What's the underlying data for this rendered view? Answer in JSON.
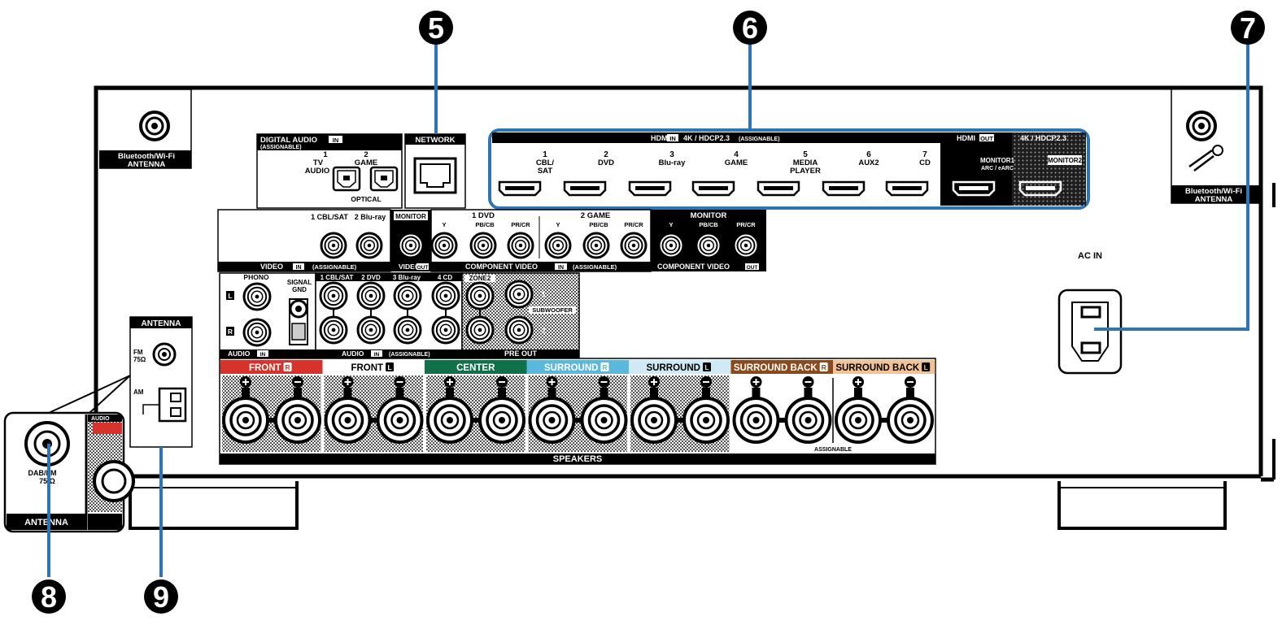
{
  "callouts": [
    "5",
    "6",
    "7",
    "8",
    "9"
  ],
  "bt_antenna": {
    "line1": "Bluetooth/Wi-Fi",
    "line2": "ANTENNA"
  },
  "digital_audio": {
    "title": "DIGITAL AUDIO",
    "in_tag": "IN",
    "sub": "(ASSIGNABLE)",
    "ports": [
      {
        "num": "1",
        "l1": "TV",
        "l2": "AUDIO"
      },
      {
        "num": "2",
        "l1": "GAME",
        "l2": ""
      }
    ],
    "optical": "OPTICAL"
  },
  "network": {
    "title": "NETWORK"
  },
  "hdmi_in": {
    "title": "HDMI",
    "in_tag": "IN",
    "spec": "4K / HDCP2.3",
    "sub": "(ASSIGNABLE)",
    "ports": [
      {
        "num": "1",
        "l1": "CBL/",
        "l2": "SAT"
      },
      {
        "num": "2",
        "l1": "DVD",
        "l2": ""
      },
      {
        "num": "3",
        "l1": "Blu-ray",
        "l2": ""
      },
      {
        "num": "4",
        "l1": "GAME",
        "l2": ""
      },
      {
        "num": "5",
        "l1": "MEDIA",
        "l2": "PLAYER"
      },
      {
        "num": "6",
        "l1": "AUX2",
        "l2": ""
      },
      {
        "num": "7",
        "l1": "CD",
        "l2": ""
      }
    ]
  },
  "hdmi_out": {
    "title": "HDMI",
    "out_tag": "OUT",
    "spec": "4K / HDCP2.3",
    "monitor1": "MONITOR1",
    "monitor1_sub": "ARC / eARC",
    "monitor2": "MONITOR2"
  },
  "video_in": {
    "labels": [
      "1 CBL/SAT",
      "2 Blu-ray"
    ],
    "title": "VIDEO",
    "in_tag": "IN",
    "sub": "(ASSIGNABLE)"
  },
  "video_out": {
    "monitor": "MONITOR",
    "title": "VIDEO",
    "out_tag": "OUT"
  },
  "component_in": {
    "groups": [
      {
        "name": "1 DVD"
      },
      {
        "name": "2 GAME"
      }
    ],
    "chan": [
      "Y",
      "PB/CB",
      "PR/CR"
    ],
    "title": "COMPONENT VIDEO",
    "in_tag": "IN",
    "sub": "(ASSIGNABLE)"
  },
  "component_out": {
    "monitor": "MONITOR",
    "title": "COMPONENT VIDEO",
    "out_tag": "OUT"
  },
  "phono": {
    "label": "PHONO",
    "l": "L",
    "r": "R",
    "signal": "SIGNAL",
    "gnd": "GND",
    "title": "AUDIO",
    "in_tag": "IN"
  },
  "audio_in": {
    "labels": [
      "1 CBL/SAT",
      "2 DVD",
      "3 Blu-ray",
      "4 CD"
    ],
    "title": "AUDIO",
    "in_tag": "IN",
    "sub": "(ASSIGNABLE)"
  },
  "pre_out": {
    "zone2": "ZONE2",
    "sub": "SUBWOOFER",
    "n1": "1",
    "n2": "2",
    "title": "PRE OUT"
  },
  "antenna_panel": {
    "title": "ANTENNA",
    "fm": "FM",
    "fm_imp": "75Ω",
    "am": "AM"
  },
  "dab_inset": {
    "l1": "DAB/FM",
    "l2": "75 Ω",
    "title": "ANTENNA",
    "audio": "AUDIO"
  },
  "speakers": {
    "groups": [
      {
        "name": "FRONT",
        "side": "R",
        "color": "#d8322c",
        "text": "#ffffff"
      },
      {
        "name": "FRONT",
        "side": "L",
        "color": "#ffffff",
        "text": "#000000"
      },
      {
        "name": "CENTER",
        "side": "",
        "color": "#10704a",
        "text": "#ffffff"
      },
      {
        "name": "SURROUND",
        "side": "R",
        "color": "#5ab8dc",
        "text": "#ffffff"
      },
      {
        "name": "SURROUND",
        "side": "L",
        "color": "#cfeaf5",
        "text": "#000000"
      },
      {
        "name": "SURROUND BACK",
        "side": "R",
        "color": "#8a4a1c",
        "text": "#ffffff"
      },
      {
        "name": "SURROUND BACK",
        "side": "L",
        "color": "#f2c294",
        "text": "#000000"
      }
    ],
    "assignable": "ASSIGNABLE",
    "title": "SPEAKERS"
  },
  "ac_in": {
    "label": "AC IN"
  },
  "colors": {
    "callout_line": "#2f74b5",
    "panel_dark": "#000000"
  }
}
